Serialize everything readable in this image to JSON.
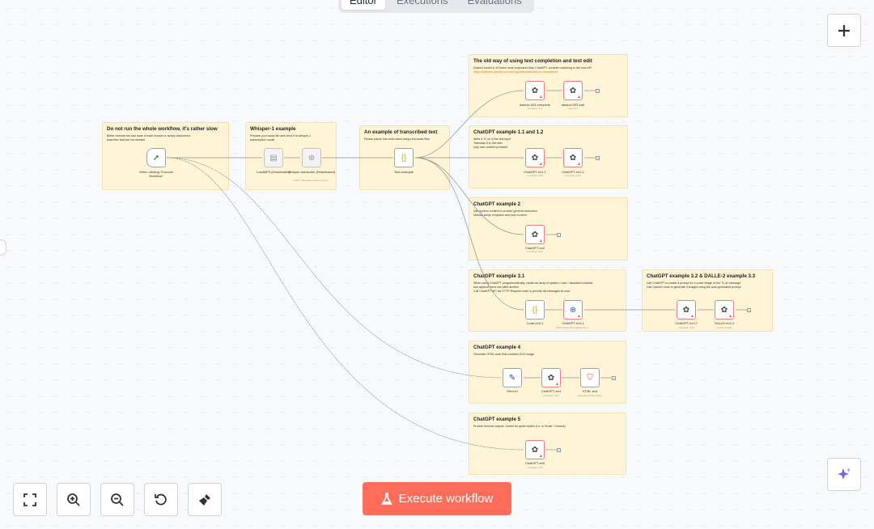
{
  "tabs": {
    "editor": "Editor",
    "executions": "Executions",
    "evaluations": "Evaluations"
  },
  "toolbar": {
    "execute_label": "Execute workflow"
  },
  "icons": {
    "add": "plus-icon",
    "fit": "fit-view-icon",
    "zoom_in": "zoom-in-icon",
    "zoom_out": "zoom-out-icon",
    "reset": "reset-zoom-icon",
    "tidy": "tidy-up-icon",
    "ai": "ai-sparkles-icon",
    "flask": "flask-icon"
  },
  "colors": {
    "accent": "#ff6d5a",
    "sticky": "#fff5d6",
    "error": "#e5484d",
    "ai": "#7c5cff"
  },
  "stickies": {
    "s1": {
      "title": "Do not run the whole workflow, it's rather slow",
      "lines": [
        "Better execute the last node of each branch or simply disconnect",
        "branches that are not needed"
      ]
    },
    "s2": {
      "title": "Whisper-1 example",
      "lines": [
        "Prepare your audio file and send it to whisper-1",
        "transcription model"
      ]
    },
    "s3": {
      "title": "An example of transcribed text",
      "lines": [
        "Please pause this node when using real audio files"
      ]
    },
    "s4": {
      "title": "The old way of using text completion and text edit",
      "lines": [
        "Davinci model is 10 times more expensive than ChatGPT, consider switching to the new API"
      ],
      "link": "https://platform.openai.com/docs/guides/chat/chat-vs-completions"
    },
    "s5": {
      "title": "ChatGPT example 1.1 and 1.2",
      "lines": [
        "Write a TL;dr of the text input",
        "Translate it to German",
        "only user content provided"
      ]
    },
    "s6": {
      "title": "ChatGPT example 2",
      "lines": [
        "Use system content to provide general instruction",
        "Manual setup of system and user content"
      ]
    },
    "s7": {
      "title": "ChatGPT example 3.1",
      "lines": [
        "When using ChatGPT programmatically, create an array of system / user / assistant contents",
        "and append them one after another",
        "Call ChatGPT API via HTTP Request node to provide all messages at once"
      ]
    },
    "s8": {
      "title": "ChatGPT example 3.2 & DALLE-2 example 3.3",
      "lines": [
        "Use ChatGPT to create a prompt for a cover image of the TL;dr message",
        "Use OpenAI node to generate 4 images using the auto-generated prompt"
      ]
    },
    "s9": {
      "title": "ChatGPT example 4",
      "lines": [
        "Generate HTML code that contains SVG image"
      ]
    },
    "s10": {
      "title": "ChatGPT example 5",
      "lines": [
        "Provide several outputs. Useful for quick replies (i.e. in Gmail / Outlook)"
      ]
    }
  },
  "nodes": {
    "trigger": {
      "label": "When clicking \"Execute Workflow\""
    },
    "loadmp3": {
      "label": "LoadMP3 (Deactivated)"
    },
    "whisper": {
      "label": "Whisper-transcribe (Deactivated)",
      "sub": "POST: https://api.openai.com/v1..."
    },
    "text": {
      "label": "Text-example"
    },
    "davinci3": {
      "label": "davinci-003-complete",
      "sub": "complete: text"
    },
    "davinciedit": {
      "label": "davinci-003-edit",
      "sub": "edit: text"
    },
    "chat11": {
      "label": "ChatGPT-ex1.1",
      "sub": "complete: chat"
    },
    "chat12": {
      "label": "ChatGPT-ex1.2",
      "sub": "complete: chat"
    },
    "chat2": {
      "label": "ChatGPT-ex2",
      "sub": "complete: chat"
    },
    "code31": {
      "label": "Code-ex3.1"
    },
    "chat31": {
      "label": "ChatGPT-ex3.1",
      "sub": "POST: https://api.openai.com/..."
    },
    "chat32": {
      "label": "ChatGPT-ex3.2",
      "sub": "complete: chat"
    },
    "dalle33": {
      "label": "DALLE-ex3.3",
      "sub": "create: image"
    },
    "set4": {
      "label": "Set-ex4"
    },
    "chat4": {
      "label": "ChatGPT-ex4",
      "sub": "complete: chat"
    },
    "html4": {
      "label": "HTML-ex4",
      "sub": "generateHtmlTemplate"
    },
    "chat5": {
      "label": "ChatGPT-ex5",
      "sub": "complete: chat"
    }
  }
}
